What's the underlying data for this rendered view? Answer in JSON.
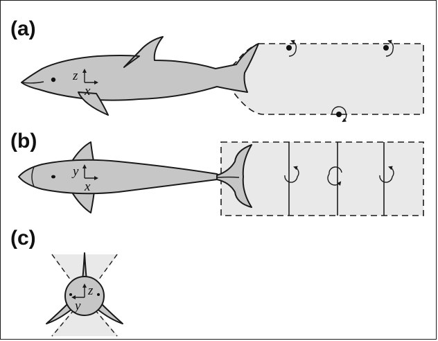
{
  "figure": {
    "panels": [
      {
        "id": "a",
        "label": "(a)",
        "axes": {
          "vertical": "z",
          "horizontal": "x"
        }
      },
      {
        "id": "b",
        "label": "(b)",
        "axes": {
          "vertical": "y",
          "horizontal": "x"
        }
      },
      {
        "id": "c",
        "label": "(c)",
        "axes": {
          "vertical": "z",
          "horizontal": "y"
        }
      }
    ],
    "colors": {
      "dolphin_body": "#c6c6c6",
      "wake_region": "#e9e9e9",
      "outline": "#1a1a1a"
    },
    "icons": [
      "vortex-arrow-icon",
      "axis-arrow-icon"
    ]
  }
}
